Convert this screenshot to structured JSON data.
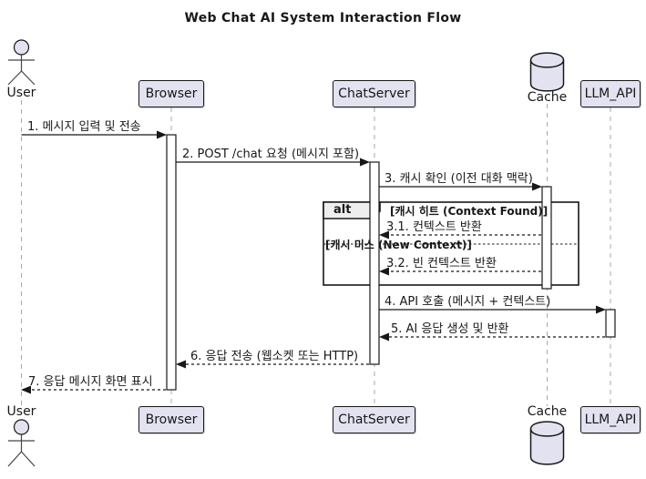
{
  "diagram": {
    "title": "Web Chat AI System Interaction Flow",
    "kind": "uml-sequence-diagram"
  },
  "participants": [
    {
      "label": "User",
      "type": "actor"
    },
    {
      "label": "Browser",
      "type": "participant"
    },
    {
      "label": "ChatServer",
      "type": "participant"
    },
    {
      "label": "Cache",
      "type": "database"
    },
    {
      "label": "LLM_API",
      "type": "participant"
    }
  ],
  "messages": [
    {
      "label": "1. 메시지 입력 및 전송",
      "from": "User",
      "to": "Browser",
      "line": "solid"
    },
    {
      "label": "2. POST /chat 요청 (메시지 포함)",
      "from": "Browser",
      "to": "ChatServer",
      "line": "solid"
    },
    {
      "label": "3. 캐시 확인 (이전 대화 맥락)",
      "from": "ChatServer",
      "to": "Cache",
      "line": "solid"
    },
    {
      "label": "3.1. 컨텍스트 반환",
      "from": "Cache",
      "to": "ChatServer",
      "line": "dashed"
    },
    {
      "label": "3.2. 빈 컨텍스트 반환",
      "from": "Cache",
      "to": "ChatServer",
      "line": "dashed"
    },
    {
      "label": "4. API 호출 (메시지 + 컨텍스트)",
      "from": "ChatServer",
      "to": "LLM_API",
      "line": "solid"
    },
    {
      "label": "5. AI 응답 생성 및 반환",
      "from": "LLM_API",
      "to": "ChatServer",
      "line": "dashed"
    },
    {
      "label": "6. 응답 전송 (웹소켓 또는 HTTP)",
      "from": "ChatServer",
      "to": "Browser",
      "line": "dashed"
    },
    {
      "label": "7. 응답 메시지 화면 표시",
      "from": "Browser",
      "to": "User",
      "line": "dashed"
    }
  ],
  "alt_block": {
    "operator": "alt",
    "condition_hit": "[캐시 히트 (Context Found)]",
    "condition_miss": "[캐시 미스 (New Context)]"
  },
  "colors": {
    "participant_fill": "#E2E2F0",
    "border": "#181818",
    "lifeline": "#A8A8A8",
    "operator_fill": "#EEEEEE",
    "background": "#FFFFFF"
  }
}
